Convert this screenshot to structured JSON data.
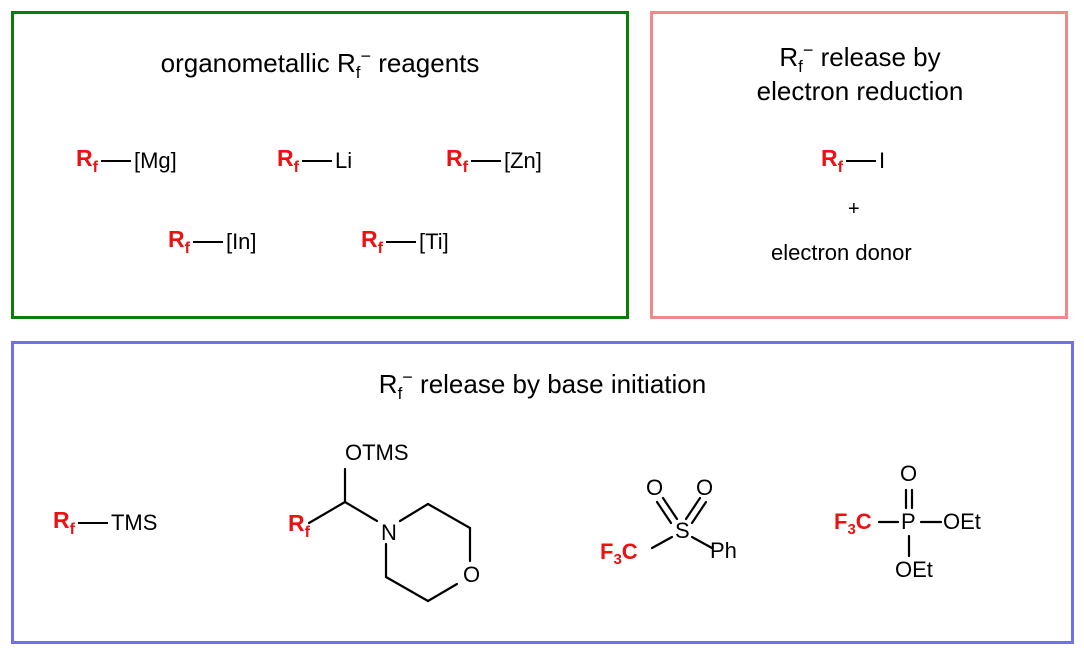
{
  "colors": {
    "organometallic_border": "#0a7d0a",
    "reduction_border": "#f08a8a",
    "base_border": "#6f6ff0",
    "rf_highlight": "#ee1111"
  },
  "organometallic": {
    "title_pre": "organometallic R",
    "title_sub": "f",
    "title_sup": "−",
    "title_post": " reagents",
    "reagents": [
      {
        "rf": "R",
        "rf_sub": "f",
        "partner": "[Mg]"
      },
      {
        "rf": "R",
        "rf_sub": "f",
        "partner": "Li"
      },
      {
        "rf": "R",
        "rf_sub": "f",
        "partner": "[Zn]"
      },
      {
        "rf": "R",
        "rf_sub": "f",
        "partner": "[In]"
      },
      {
        "rf": "R",
        "rf_sub": "f",
        "partner": "[Ti]"
      }
    ]
  },
  "reduction": {
    "title_line1_pre": "R",
    "title_line1_sub": "f",
    "title_line1_sup": "−",
    "title_line1_post": " release by",
    "title_line2": "electron reduction",
    "reagent": {
      "rf": "R",
      "rf_sub": "f",
      "partner": "I"
    },
    "plus": "+",
    "donor": "electron donor"
  },
  "base": {
    "title_pre": "R",
    "title_sub": "f",
    "title_sup": "−",
    "title_post": " release by base initiation",
    "tms": {
      "rf": "R",
      "rf_sub": "f",
      "partner": "TMS"
    },
    "morpholine": {
      "rf": "R",
      "rf_sub": "f",
      "otms": "OTMS",
      "n": "N",
      "o": "O"
    },
    "sulfone": {
      "f3c_pre": "F",
      "f3c_sub": "3",
      "f3c_post": "C",
      "s": "S",
      "o1": "O",
      "o2": "O",
      "ph": "Ph"
    },
    "phosphonate": {
      "f3c_pre": "F",
      "f3c_sub": "3",
      "f3c_post": "C",
      "p": "P",
      "o_top": "O",
      "oet_right": "OEt",
      "oet_bottom": "OEt"
    }
  }
}
